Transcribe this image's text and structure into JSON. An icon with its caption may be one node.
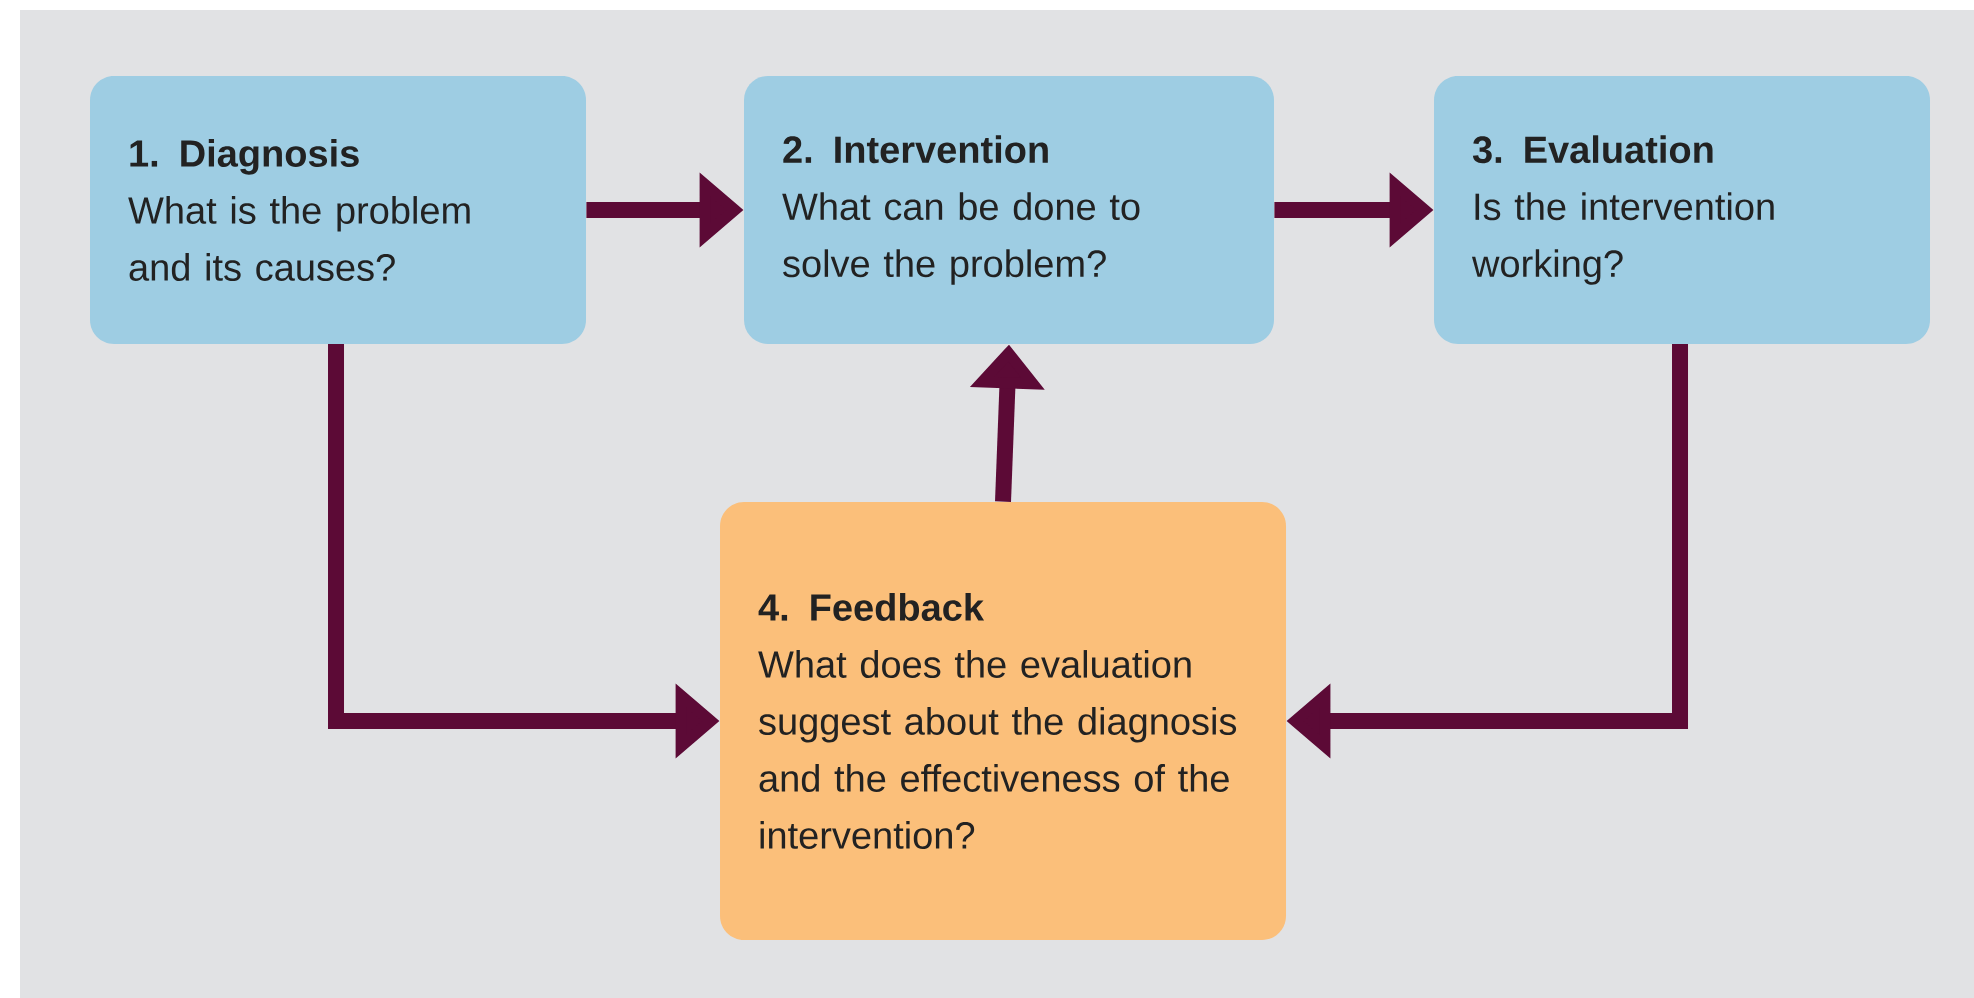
{
  "diagram": {
    "nodes": [
      {
        "text": [
          "1. Diagnosis",
          "What is the problem and its causes?"
        ]
      },
      {
        "text": [
          "2. Intervention",
          "What can be done to solve the problem?"
        ]
      },
      {
        "text": [
          "3. Evaluation",
          "Is the intervention working?"
        ]
      },
      {
        "text": [
          "4. Feedback",
          "What does the evaluation suggest about the diagnosis and the effectiveness of the intervention?"
        ]
      }
    ],
    "edges": [
      {
        "from": 0,
        "to": 1,
        "arrow": "to"
      },
      {
        "from": 1,
        "to": 2,
        "arrow": "to"
      },
      {
        "from": 3,
        "to": 1,
        "arrow": "to"
      },
      {
        "from": 0,
        "to": 3,
        "arrow": "to"
      },
      {
        "from": 2,
        "to": 3,
        "arrow": "to"
      }
    ]
  }
}
